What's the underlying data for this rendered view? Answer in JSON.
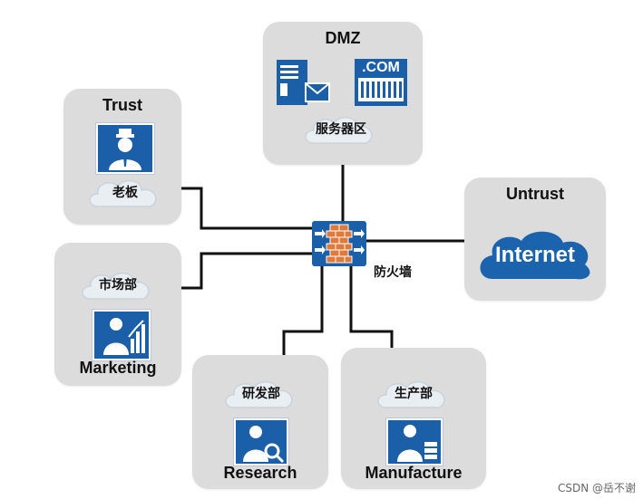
{
  "zones": {
    "dmz": {
      "title": "DMZ",
      "cloud_label": "服务器区",
      "web_icon_text": ".COM"
    },
    "trust": {
      "title": "Trust",
      "cloud_label": "老板"
    },
    "untrust": {
      "title": "Untrust",
      "cloud_label": "Internet"
    },
    "marketing": {
      "title": "Marketing",
      "cloud_label": "市场部"
    },
    "research": {
      "title": "Research",
      "cloud_label": "研发部"
    },
    "manufacture": {
      "title": "Manufacture",
      "cloud_label": "生产部"
    }
  },
  "firewall": {
    "label": "防火墙"
  },
  "watermark": "CSDN @岳不谢",
  "colors": {
    "zone_bg": "#dcdcdc",
    "icon_blue": "#1a5fa8",
    "internet_blue": "#1c63ad",
    "firewall_brick": "#e07a3a",
    "link": "#111111"
  }
}
